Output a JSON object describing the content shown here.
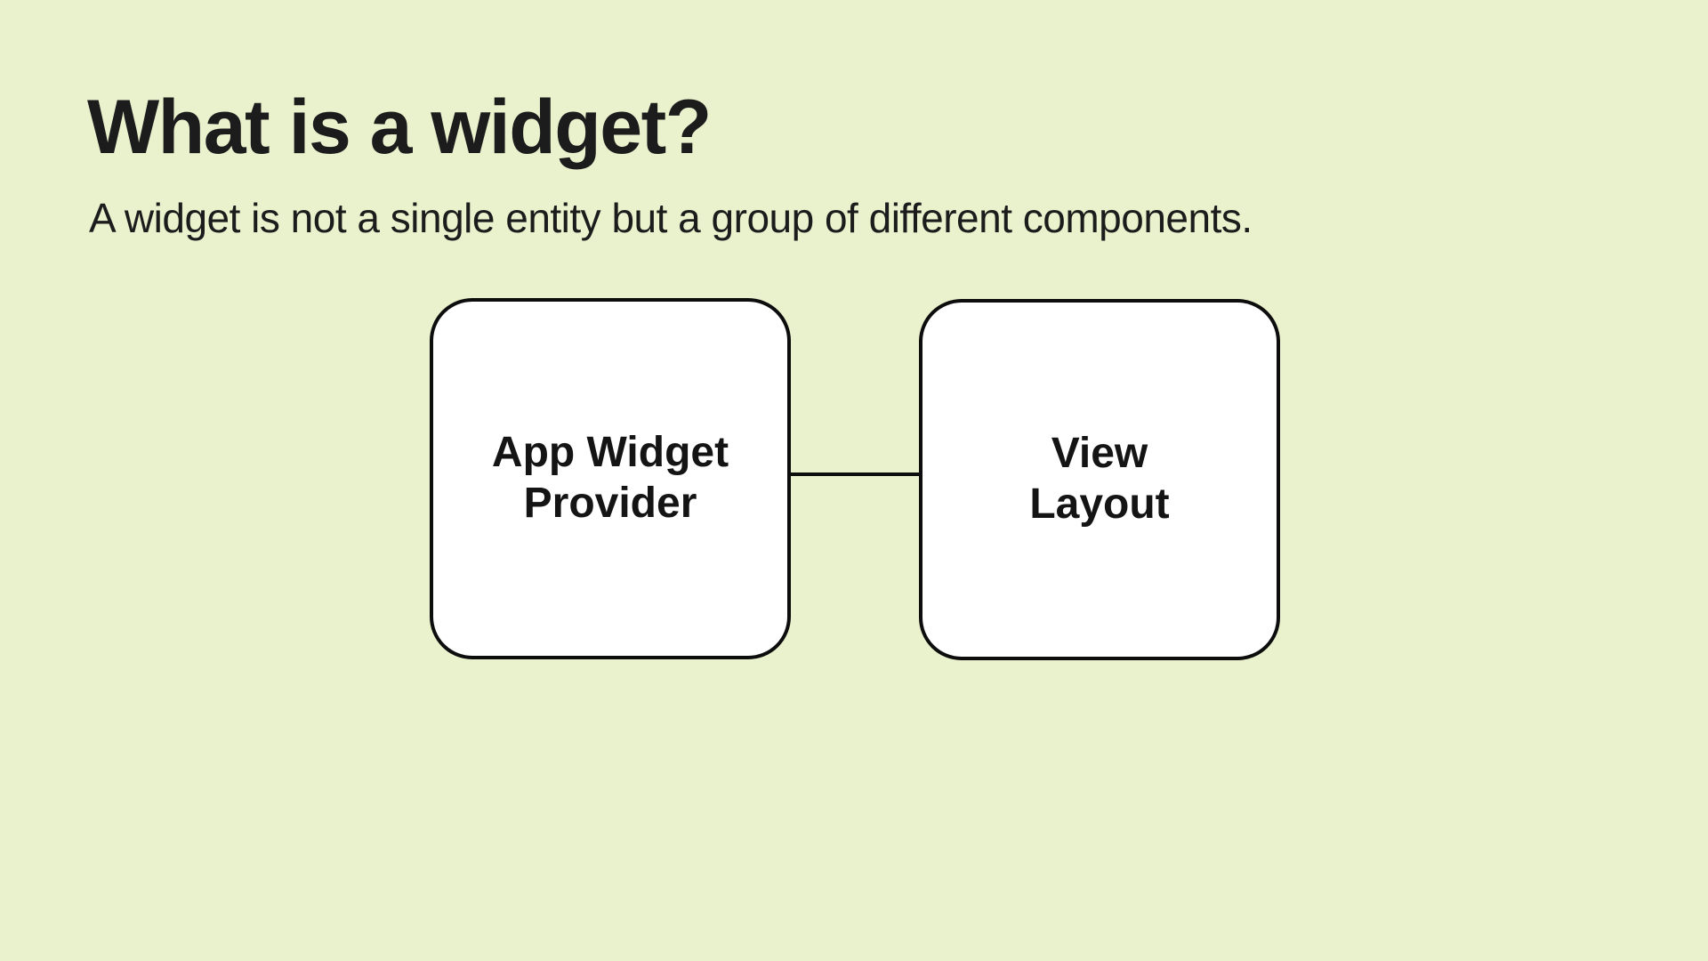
{
  "slide": {
    "title": "What is a widget?",
    "subtitle": "A widget is not a single entity but a group of different components.",
    "colors": {
      "background": "#eaf1cd",
      "node_fill": "#ffffff",
      "stroke": "#0d0d0d",
      "text": "#1c1c1c"
    }
  },
  "diagram": {
    "nodes": [
      {
        "id": "app-widget-provider",
        "label": "App Widget Provider",
        "lines": [
          "App Widget",
          "Provider"
        ]
      },
      {
        "id": "view-layout",
        "label": "View Layout",
        "lines": [
          "View",
          "Layout"
        ]
      }
    ],
    "connector": {
      "type": "horizontal-line",
      "from": "app-widget-provider",
      "to": "view-layout"
    }
  }
}
